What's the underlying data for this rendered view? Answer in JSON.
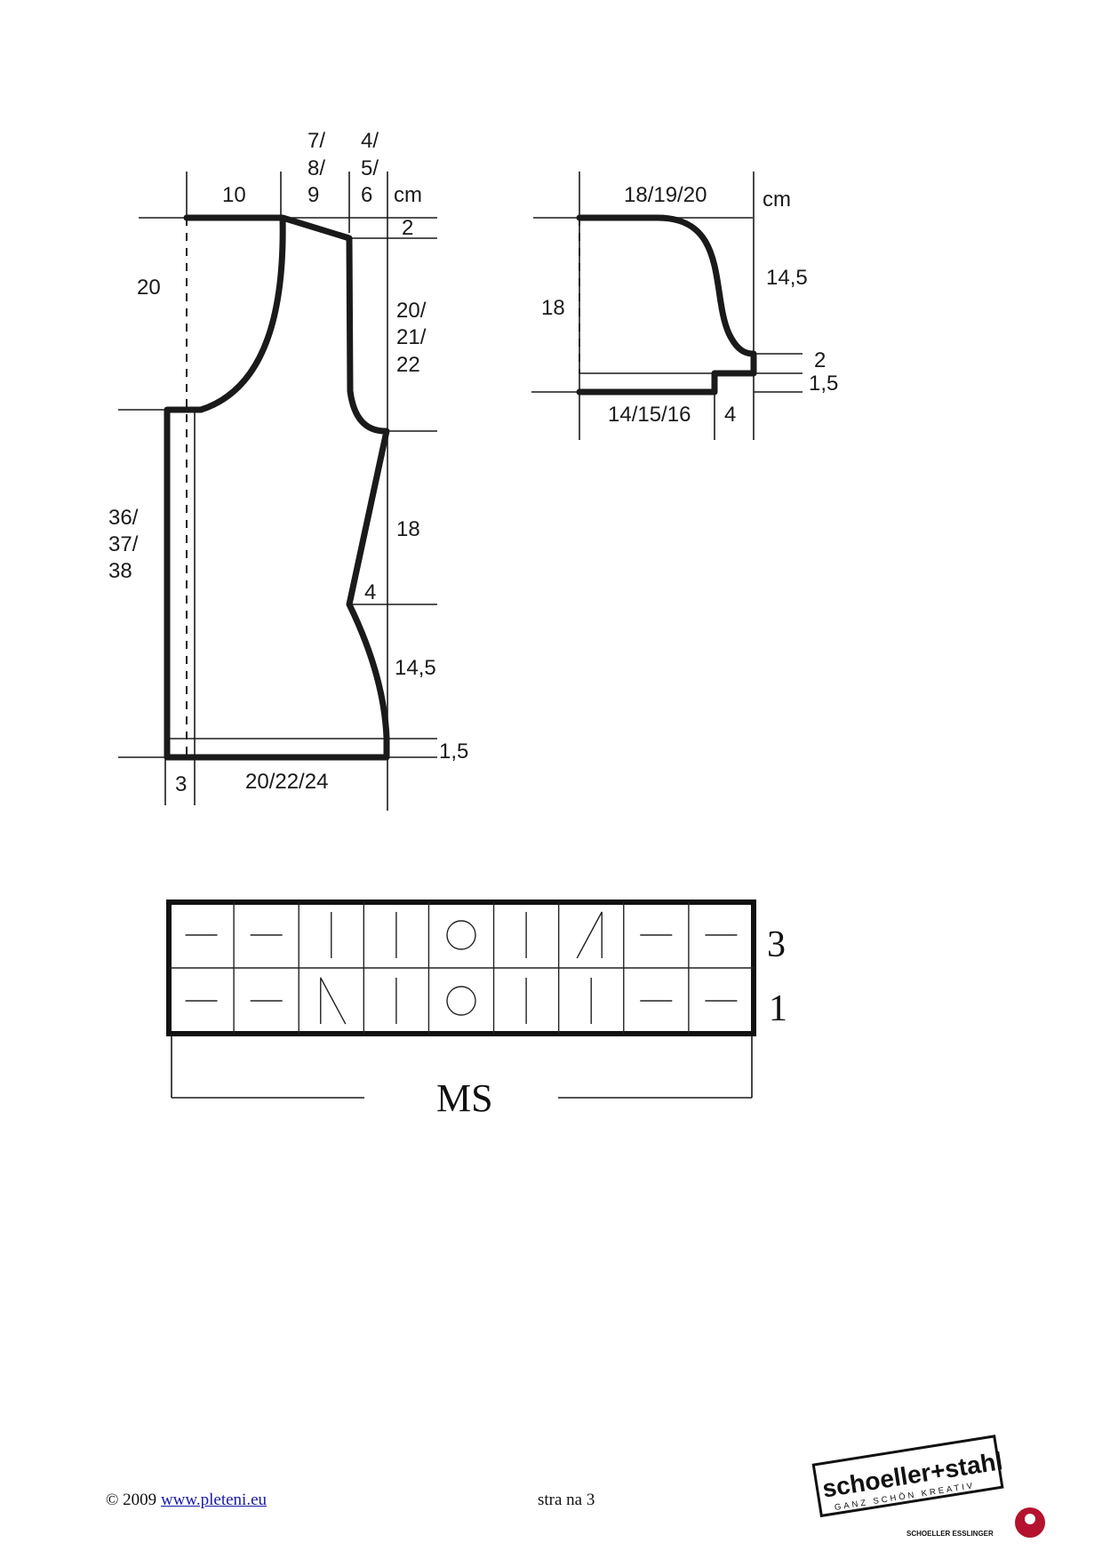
{
  "front_piece": {
    "labels": {
      "top_width": "10",
      "neck_w1": "7/",
      "neck_w2": "8/",
      "neck_w3": "9",
      "shoulder_w1": "4/",
      "shoulder_w2": "5/",
      "shoulder_w3": "6",
      "unit": "cm",
      "shoulder_drop": "2",
      "neck_depth": "20",
      "armhole_1": "20/",
      "armhole_2": "21/",
      "armhole_3": "22",
      "side_1": "36/",
      "side_2": "37/",
      "side_3": "38",
      "waist_upper": "18",
      "waist_inset": "4",
      "waist_lower": "14,5",
      "hem_height": "1,5",
      "border_width": "3",
      "bottom_width": "20/22/24"
    }
  },
  "sleeve_piece": {
    "labels": {
      "top_width": "18/19/20",
      "unit": "cm",
      "cap_height": "14,5",
      "left_height": "18",
      "step": "2",
      "cuff_height": "1,5",
      "bottom_width": "14/15/16",
      "step_width": "4"
    }
  },
  "stitch_chart": {
    "row_labels": [
      "3",
      "1"
    ],
    "repeat_label": "MS",
    "rows": [
      [
        "dash",
        "dash",
        "vline",
        "vline",
        "circle",
        "vline",
        "slash-right",
        "dash",
        "dash"
      ],
      [
        "dash",
        "dash",
        "slash-left",
        "vline",
        "circle",
        "vline",
        "vline",
        "dash",
        "dash"
      ]
    ]
  },
  "footer": {
    "copyright": "© 2009",
    "link": "www.pleteni.eu",
    "page": "stra na 3",
    "logo_main": "schoeller+stahl",
    "logo_tagline": "GANZ SCHÖN KREATIV",
    "logo_sub": "SCHOELLER ESSLINGER"
  }
}
